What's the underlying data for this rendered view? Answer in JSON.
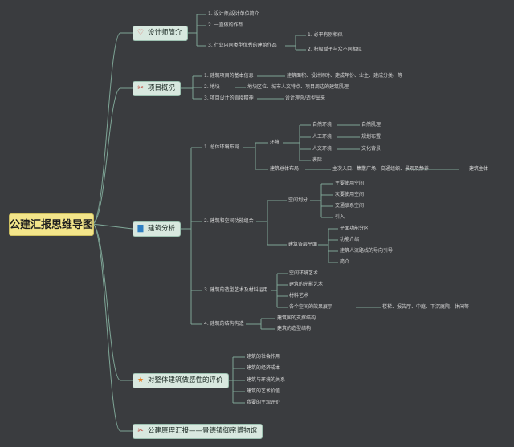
{
  "root": {
    "label": "公建汇报思维导图"
  },
  "colors": {
    "background": "#3a3c3f",
    "line": "#7ea596",
    "root_fill": "#f3e58a",
    "category_fill": "#d8e8df",
    "text": "#d6d6d6"
  },
  "branches": {
    "designer": {
      "label": "设计师简介",
      "icon": "heart-icon",
      "items": [
        "1. 设计师/设计单位简介",
        "2. 一直做的作品",
        "3. 行业内同类型优秀的建筑作品"
      ],
      "sub": [
        "1. 必平有别相似",
        "2. 积极赋予与众不同相似"
      ]
    },
    "project": {
      "label": "项目概况",
      "icon": "tools-icon",
      "items": [
        "1. 建筑项目的基本信息",
        "2. 地块",
        "3. 项目设计的肯接精神"
      ],
      "details": [
        "建筑面积、设计师时、建成年份、业主、建成分类、等",
        "地块区位、城市人文特点、项目周边的建筑肌理",
        "设计理念/造型出来"
      ]
    },
    "analysis": {
      "label": "建筑分析",
      "icon": "book-icon",
      "a1": {
        "label": "1. 总体环境布局",
        "env": "环境",
        "env_items": [
          "自然环境",
          "人工环境",
          "人文环境",
          "表际"
        ],
        "env_details": [
          "自然肌理",
          "规划布置",
          "文化背景"
        ],
        "layout": "建筑总体布局",
        "layout_detail": "主次入口、集散广场、交通组织、景观及静养",
        "layout_end": "建筑主体"
      },
      "a2": {
        "label": "2. 建筑和空间功能组合",
        "space": "空间划分",
        "space_items": [
          "主要使用空间",
          "次要使用空间",
          "交通联系空间",
          "引入"
        ],
        "plan": "建筑各层平面",
        "plan_items": [
          "平面功能分区",
          "功能介绍",
          "建筑人流路线的导向引导",
          "简介"
        ]
      },
      "a3": {
        "label": "3. 建筑的造型艺术及材料运用",
        "items": [
          "空间环境艺术",
          "建筑的光影艺术",
          "材料艺术",
          "各个空间的效果展示"
        ],
        "detail": "楼梯、报告厅、中庭、下沉庭院、休闲等"
      },
      "a4": {
        "label": "4. 建筑的结构构造",
        "items": [
          "建筑国的支撑结构",
          "建筑的造型结构"
        ]
      }
    },
    "evaluation": {
      "label": "对整体建筑做感性的评价",
      "icon": "star-icon",
      "items": [
        "建筑的社会作用",
        "建筑的经济成本",
        "建筑与环境的关系",
        "建筑的艺术价值",
        "我要的主观评价"
      ]
    },
    "case": {
      "label": "公建原理汇报——景德镇御窑博物馆",
      "icon": "tools-icon"
    }
  }
}
